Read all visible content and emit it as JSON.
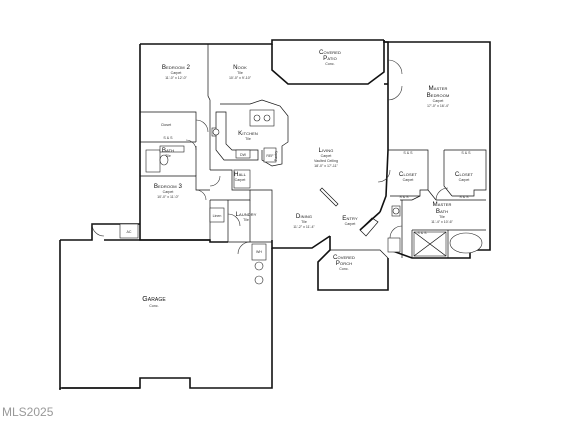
{
  "rooms": {
    "bedroom2": {
      "name": "Bedroom 2",
      "sub": "Carpet",
      "dim": "11'-0\" x 12'-0\""
    },
    "nook": {
      "name": "Nook",
      "sub": "Tile",
      "dim": "10'-0\" x 9'-10\""
    },
    "covered_patio": {
      "name": "Covered",
      "name2": "Patio",
      "sub": "Conc."
    },
    "master_bedroom": {
      "name": "Master",
      "name2": "Bedroom",
      "sub": "Carpet",
      "dim": "17'-0\" x 16'-4\""
    },
    "closet_bed2": {
      "name": "Closet"
    },
    "kitchen": {
      "name": "Kitchen",
      "sub": "Tile"
    },
    "bath": {
      "name": "Bath",
      "sub": "Tile"
    },
    "living": {
      "name": "Living",
      "sub": "Carpet",
      "sub2": "Vaulted Ceiling",
      "dim": "18'-0\" x 17'-11\""
    },
    "closet_m1": {
      "name": "Closet",
      "sub": "Carpet"
    },
    "closet_m2": {
      "name": "Closet",
      "sub": "Carpet"
    },
    "hall": {
      "name": "Hall",
      "sub": "Carpet"
    },
    "bedroom3": {
      "name": "Bedroom 3",
      "sub": "Carpet",
      "dim": "10'-0\" x 11'-0\""
    },
    "master_bath": {
      "name": "Master",
      "name2": "Bath",
      "sub": "Tile",
      "dim": "11'-4\" x 10'-6\""
    },
    "laundry": {
      "name": "Laundry",
      "sub": "Tile"
    },
    "dining": {
      "name": "Dining",
      "sub": "Tile",
      "dim": "11'-2\" x 11'-4\""
    },
    "entry": {
      "name": "Entry",
      "sub": "Carpet"
    },
    "covered_porch": {
      "name": "Covered",
      "name2": "Porch",
      "sub": "Conc."
    },
    "garage": {
      "name": "Garage",
      "sub": "Conc."
    }
  },
  "fixtures": {
    "ac": "AC",
    "linen": "Linen",
    "pantry": "Pantry",
    "shelf_1": "S & S",
    "shelf_2": "S & S",
    "shelf_3": "S & S",
    "shelf_4": "S & S",
    "shelf_5": "S & S",
    "shelf_6": "S & S",
    "dw": "DW",
    "ref": "REF",
    "wh": "WH"
  },
  "watermark": "MLS2025"
}
